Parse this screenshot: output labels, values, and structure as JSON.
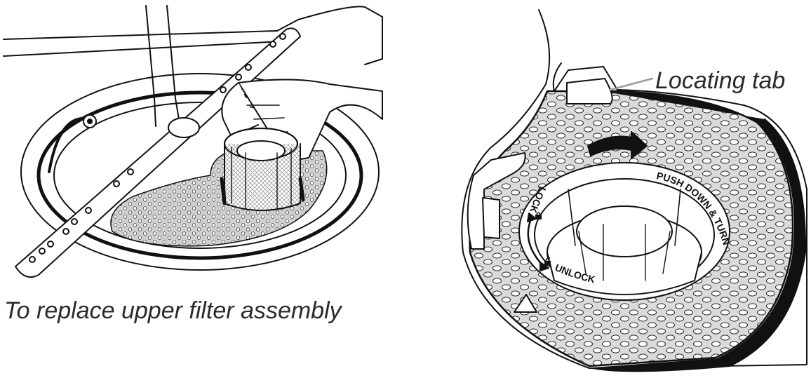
{
  "left_figure": {
    "caption": "To replace upper filter assembly"
  },
  "right_figure": {
    "callout": "Locating tab",
    "ring_text_top": "PUSH DOWN & TURN",
    "ring_text_lock": "LOCK",
    "ring_text_unlock": "UNLOCK"
  },
  "colors": {
    "line": "#111111",
    "fill": "#ffffff",
    "shade": "#d9d9d9",
    "leader": "#9a9a9a"
  }
}
